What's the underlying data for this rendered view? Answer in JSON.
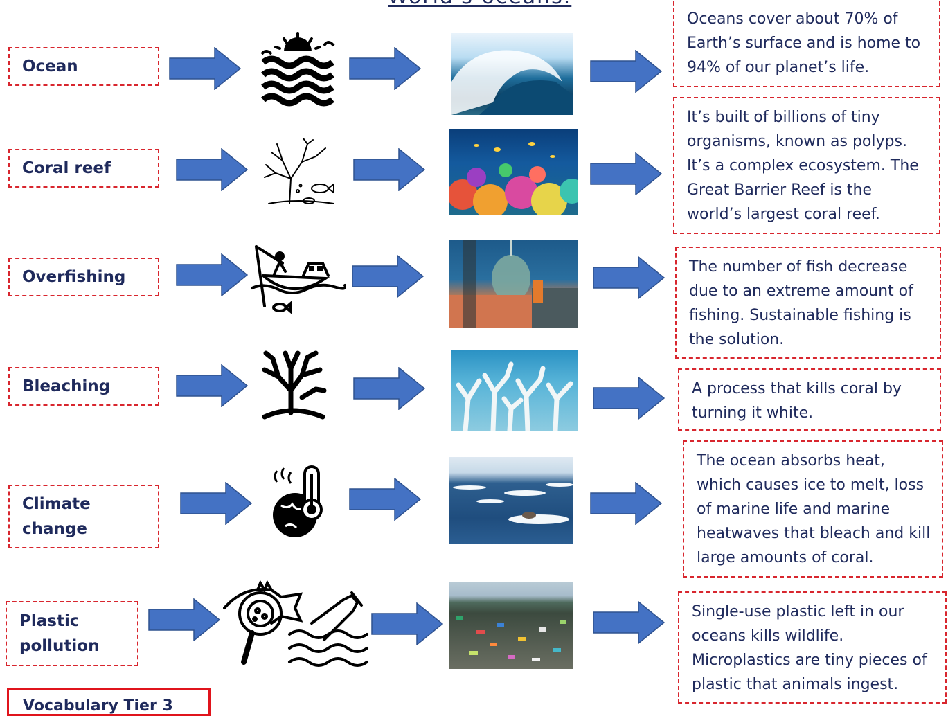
{
  "title": "World's oceans.",
  "rows": [
    {
      "term": "Ocean",
      "description": "Oceans cover about 70% of Earth’s surface and is home to 94% of our planet’s life.",
      "icon": "ocean-waves-icon",
      "photo": "wave-photo"
    },
    {
      "term": "Coral reef",
      "description": "It’s built of billions of tiny organisms, known as polyps. It’s a complex ecosystem. The Great Barrier Reef is the world’s largest coral reef.",
      "icon": "coral-fish-icon",
      "photo": "coral-reef-photo"
    },
    {
      "term": "Overfishing",
      "description": "The number of fish decrease due to an extreme amount of fishing. Sustainable fishing is the solution.",
      "icon": "fishing-boat-icon",
      "photo": "fishing-net-photo"
    },
    {
      "term": "Bleaching",
      "description": "A process that kills coral by turning it white.",
      "icon": "coral-icon",
      "photo": "bleached-coral-photo"
    },
    {
      "term": "Climate change",
      "description": "The ocean absorbs heat, which causes ice to melt, loss of marine life and marine heatwaves that bleach and kill large amounts of coral.",
      "icon": "globe-thermometer-icon",
      "photo": "sea-ice-photo"
    },
    {
      "term": "Plastic pollution",
      "description": "Single-use plastic left in our oceans kills wildlife. Microplastics are tiny pieces of plastic that animals ingest.",
      "icon": "microplastic-bottle-icon",
      "photo": "plastic-beach-photo"
    }
  ],
  "vocab": {
    "label": "Vocabulary Tier 3"
  },
  "colors": {
    "arrow": "#4472c4",
    "arrow_border": "#2f528f",
    "border": "#d8262e",
    "text": "#1f2a5c"
  }
}
